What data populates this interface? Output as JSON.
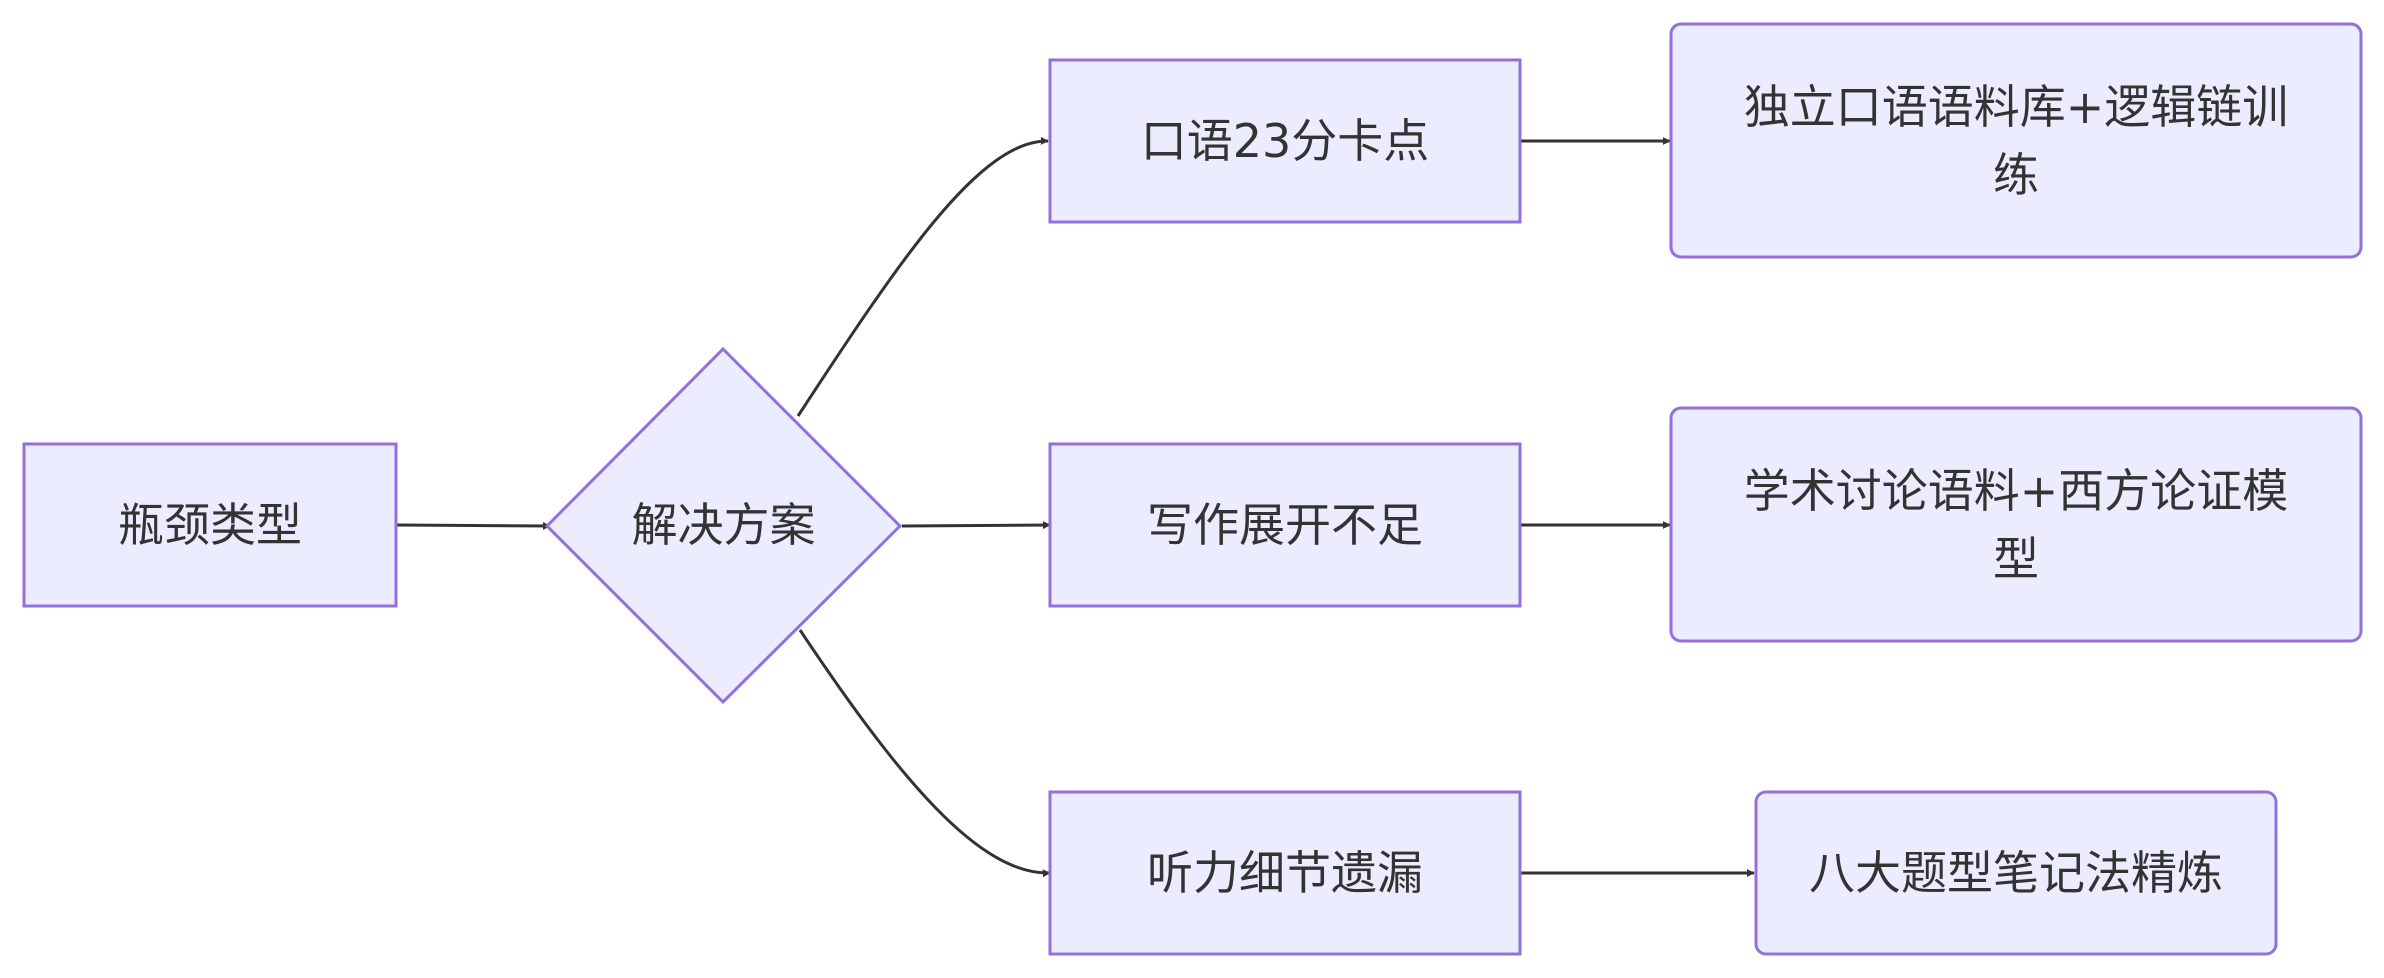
{
  "colors": {
    "node_fill": "#ececff",
    "node_stroke": "#9370db",
    "edge": "#333333",
    "text": "#333333"
  },
  "nodes": {
    "bottleneck": "瓶颈类型",
    "decision": "解决方案",
    "speaking": "口语23分卡点",
    "writing": "写作展开不足",
    "listening": "听力细节遗漏",
    "speaking_solution": "独立口语语料库+逻辑链训练",
    "writing_solution": "学术讨论语料+西方论证模型",
    "listening_solution": "八大题型笔记法精炼"
  }
}
